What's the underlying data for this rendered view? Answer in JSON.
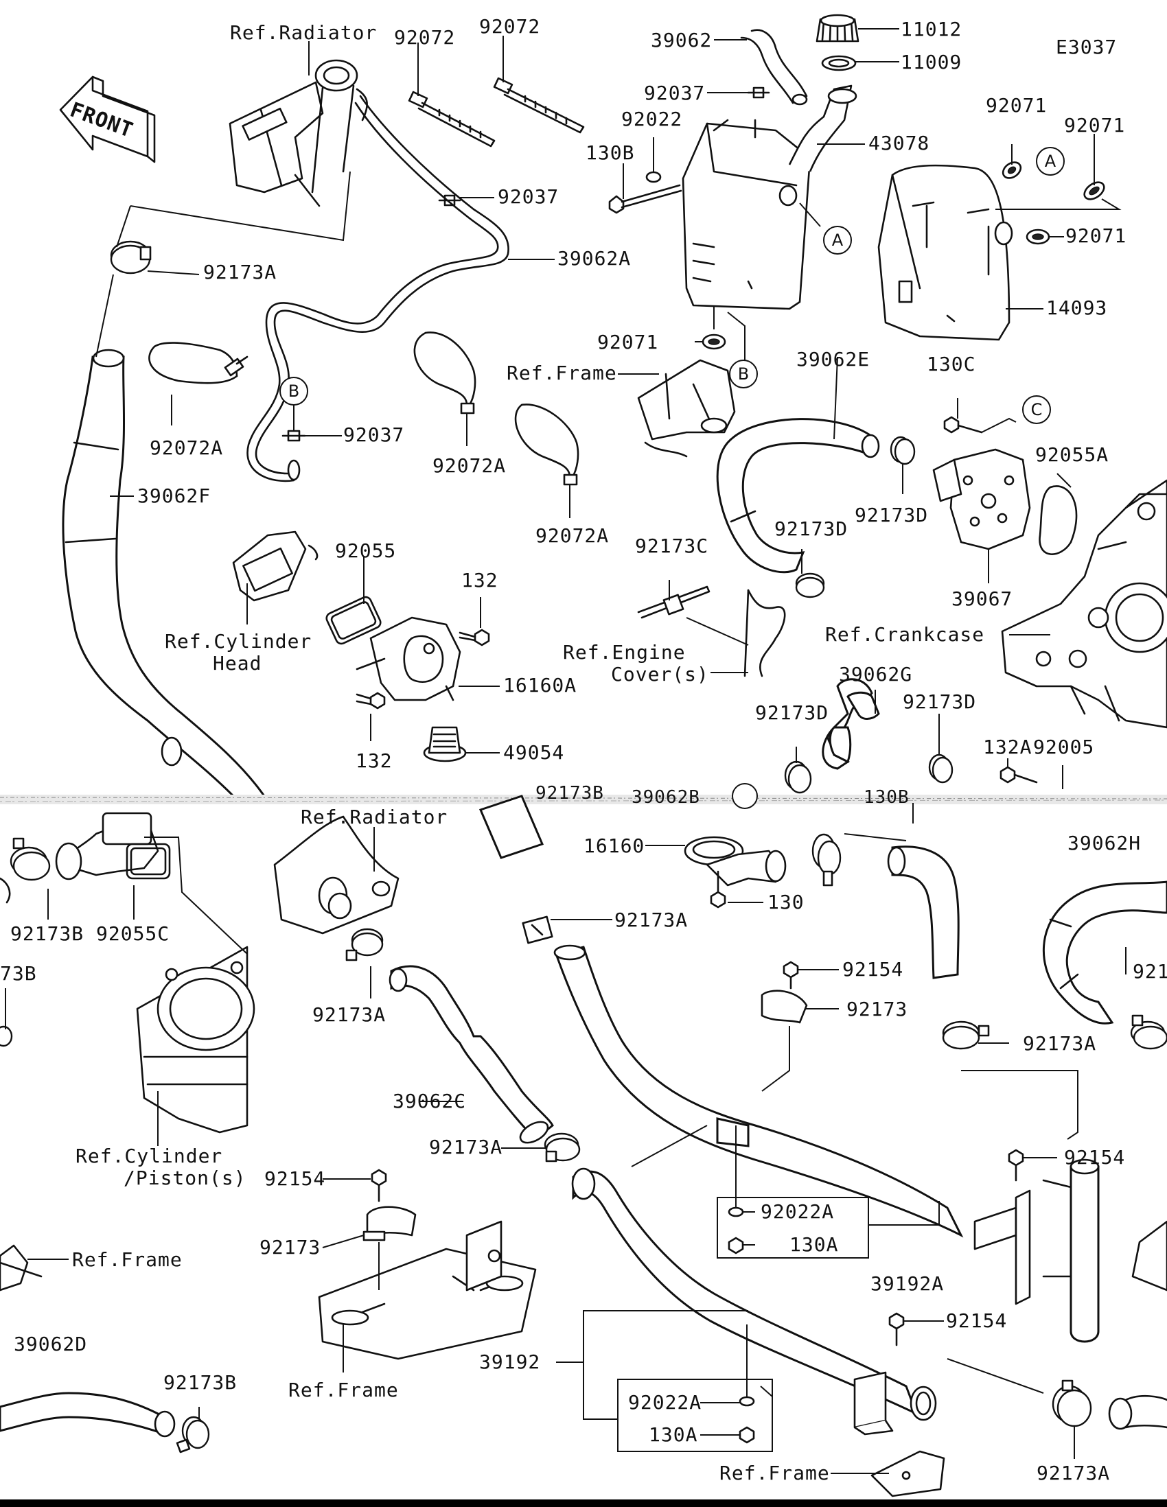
{
  "diagram_code": "E3037",
  "front_label": "FRONT",
  "callouts": [
    "A",
    "B",
    "C"
  ],
  "labels": {
    "p11012": "11012",
    "p11009": "11009",
    "p39062_top": "39062",
    "p92072_a": "92072",
    "p92072_b": "92072",
    "ref_radiator_top": "Ref.Radiator",
    "p92037_a": "92037",
    "p92022": "92022",
    "p130b": "130B",
    "p43078": "43078",
    "p92071_a": "92071",
    "p92071_b": "92071",
    "p92071_c": "92071",
    "p92071_d": "92071",
    "p14093": "14093",
    "p92037_b": "92037",
    "p39062a": "39062A",
    "p92173a_top": "92173A",
    "p92072a_a": "92072A",
    "p92072a_b": "92072A",
    "p92072a_c": "92072A",
    "p92037_c": "92037",
    "p39062f": "39062F",
    "ref_frame_top": "Ref.Frame",
    "p39062e": "39062E",
    "p130c": "130C",
    "p92055a": "92055A",
    "p92173d_a": "92173D",
    "p92173d_b": "92173D",
    "p39067": "39067",
    "p92055": "92055",
    "p132_a": "132",
    "p132_b": "132",
    "ref_cyl_head_1": "Ref.Cylinder",
    "ref_cyl_head_2": "Head",
    "p16160a": "16160A",
    "p49054": "49054",
    "p92173c": "92173C",
    "ref_eng_cover_1": "Ref.Engine",
    "ref_eng_cover_2": "Cover(s)",
    "ref_crankcase": "Ref.Crankcase",
    "p39062g": "39062G",
    "p92173d_c": "92173D",
    "p92173d_d": "92173D",
    "p132a": "132A",
    "p92005": "92005",
    "p92173b_top": "92173B",
    "p39062b": "39062B",
    "p130b_mid": "130B",
    "ref_radiator_mid": "Ref.Radiator",
    "p16160": "16160",
    "p130": "130",
    "p39062h": "39062H",
    "p92173b_a": "92173B",
    "p92055c": "92055C",
    "p73b": "73B",
    "p92173a_mid": "92173A",
    "p92173a_b": "92173A",
    "p92154_a": "92154",
    "p92173_a": "92173",
    "p92173a_c": "92173A",
    "p921_cut": "921",
    "p39062c": "39062C",
    "p92173a_d": "92173A",
    "ref_cyl_piston_1": "Ref.Cylinder",
    "ref_cyl_piston_2": "/Piston(s)",
    "p92154_b": "92154",
    "p92154_c": "92154",
    "p92173_b": "92173",
    "p92022a_a": "92022A",
    "p130a_a": "130A",
    "p39192a": "39192A",
    "ref_frame_left": "Ref.Frame",
    "ref_frame_mid": "Ref.Frame",
    "p39062d": "39062D",
    "p92173b_b": "92173B",
    "p39192": "39192",
    "p92154_d": "92154",
    "p92022a_b": "92022A",
    "p130a_b": "130A",
    "ref_frame_bottom": "Ref.Frame",
    "p92173a_e": "92173A"
  }
}
